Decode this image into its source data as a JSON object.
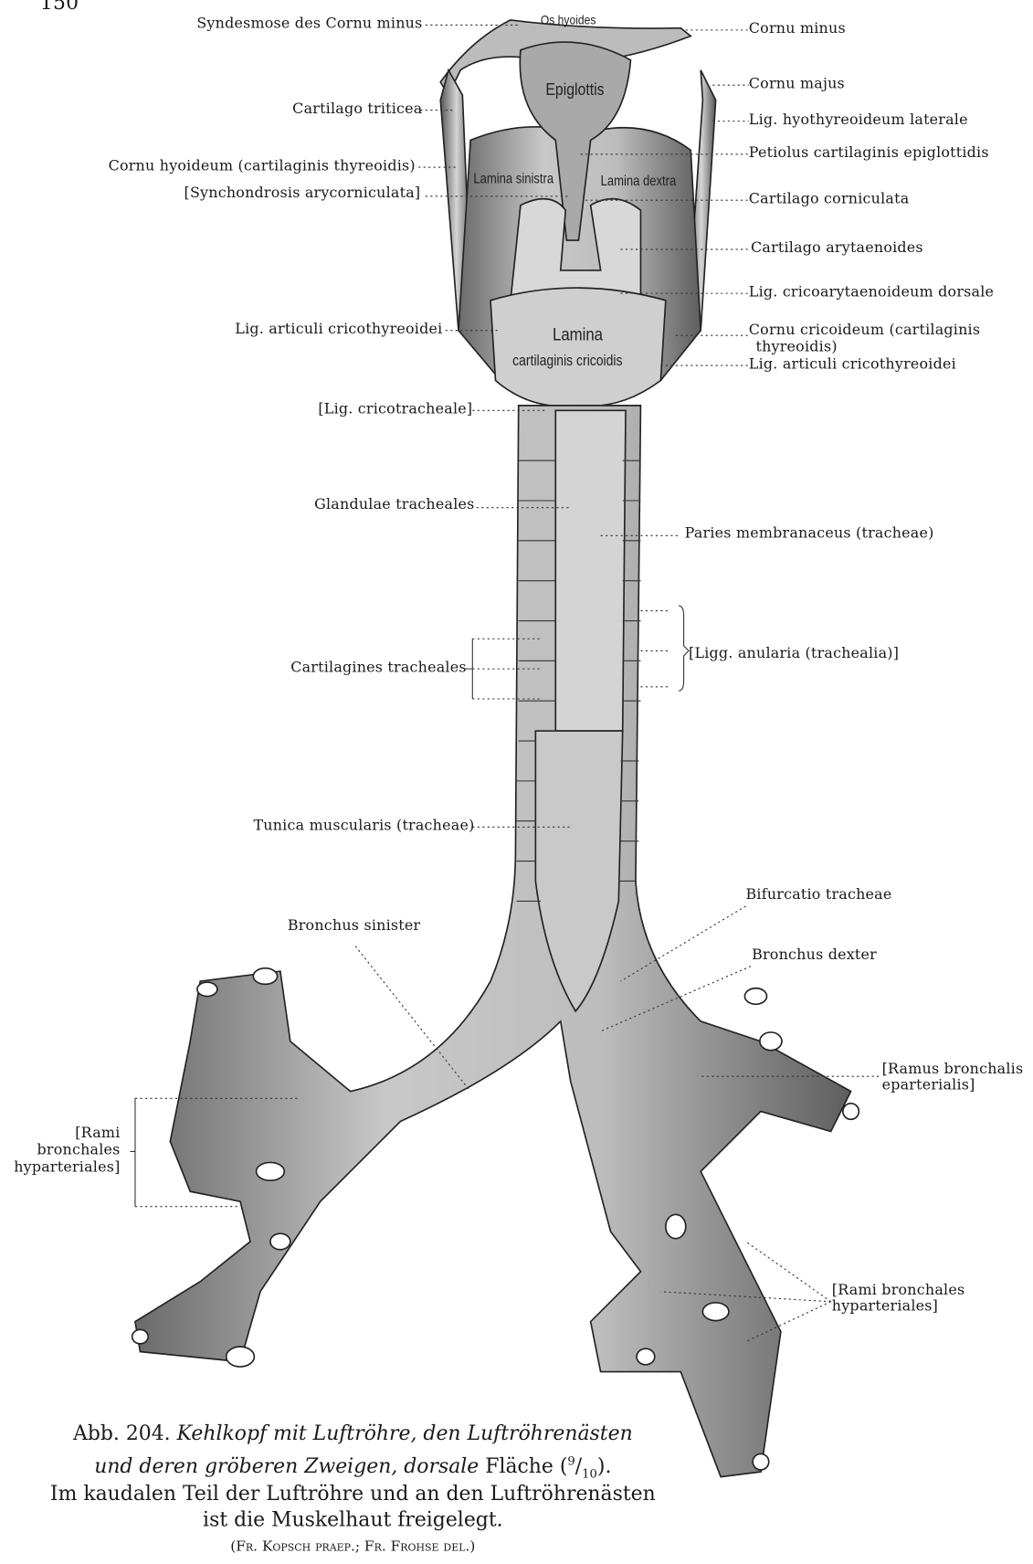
{
  "page_number": "150",
  "figure_inner_labels": {
    "os_hyoides": "Os hyoides",
    "epiglottis": "Epiglottis",
    "lamina_sinistra": "Lamina sinistra",
    "lamina_dextra": "Lamina dextra",
    "lamina": "Lamina",
    "cartilaginis_cricoidis": "cartilaginis cricoidis"
  },
  "labels_left": [
    "Syndesmose des Cornu minus",
    "Cartilago triticea",
    "Cornu hyoideum (cartilaginis thyreoidis)",
    "[Synchondrosis arycorniculata]",
    "Lig. articuli cricothyreoidei",
    "[Lig. cricotracheale]",
    "Glandulae tracheales",
    "Cartilagines tracheales",
    "Tunica muscularis (tracheae)",
    "Bronchus sinister",
    "[Rami",
    "bronchales",
    "hyparteriales]"
  ],
  "labels_right": [
    "Cornu minus",
    "Cornu majus",
    "Lig. hyothyreoideum laterale",
    "Petiolus cartilaginis epiglottidis",
    "Cartilago corniculata",
    "Cartilago arytaenoides",
    "Lig. cricoarytaenoideum dorsale",
    "Cornu cricoideum (cartilaginis",
    "thyreoidis)",
    "Lig. articuli cricothyreoidei",
    "Paries membranaceus (tracheae)",
    "[Ligg. anularia (trachealia)]",
    "Bifurcatio tracheae",
    "Bronchus dexter",
    "[Ramus bronchalis",
    "eparterialis]",
    "[Rami bronchales",
    "hyparteriales]"
  ],
  "caption": {
    "prefix": "Abb. 204.",
    "italic1": "Kehlkopf mit Luftröhre, den Luftröhrenästen",
    "italic2": "und deren gröberen Zweigen, dorsale",
    "after": "Fläche (",
    "frac_num": "9",
    "frac_den": "10",
    "close": ").",
    "line3": "Im kaudalen Teil der Luftröhre und an den Luftröhrenästen",
    "line4": "ist die Muskelhaut freigelegt.",
    "credit": "(Fr. Kopsch praep.; Fr. Frohse del.)"
  }
}
